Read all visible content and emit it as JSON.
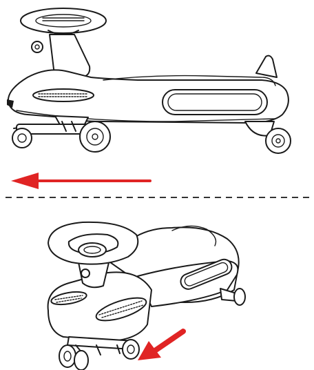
{
  "colors": {
    "line": "#1a1a1a",
    "arrow": "#e02424",
    "divider": "#333333",
    "background": "#ffffff"
  },
  "figure": {
    "top_view": {
      "car": "swing-car-side-view",
      "arrow_direction": "left"
    },
    "bottom_view": {
      "car": "swing-car-perspective-view",
      "arrow_direction": "down-left"
    }
  }
}
